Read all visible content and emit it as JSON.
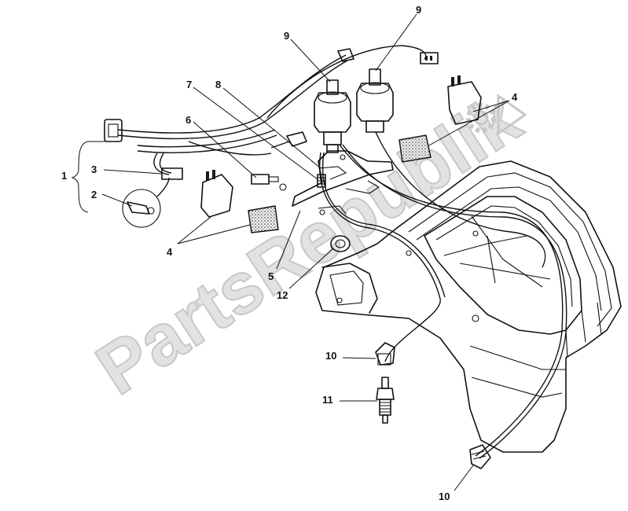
{
  "watermark": {
    "text": "PartsRepublik"
  },
  "labels": {
    "l1": "1",
    "l2": "2",
    "l3": "3",
    "l4a": "4",
    "l4b": "4",
    "l5": "5",
    "l6": "6",
    "l7": "7",
    "l8": "8",
    "l9a": "9",
    "l9b": "9",
    "l10a": "10",
    "l10b": "10",
    "l11": "11",
    "l12": "12"
  },
  "icons": {
    "watermark_logo": "gear-cog-icon"
  }
}
